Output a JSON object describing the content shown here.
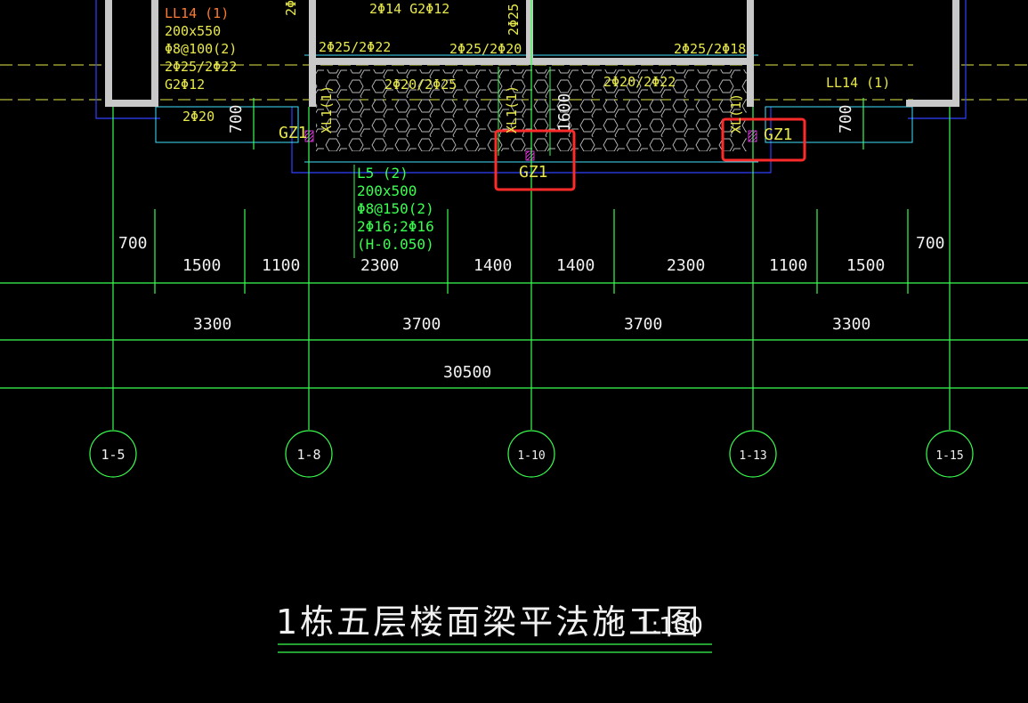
{
  "beam_labels": {
    "ll14_left_name": "LL14 (1)",
    "ll14_left_size": "200x550",
    "ll14_left_stirrup": "Φ8@100(2)",
    "ll14_left_bars": "2Φ25/2Φ22",
    "ll14_left_g": "G2Φ12",
    "ll14_left_bottom": "2Φ20",
    "top_g": "2Φ14 G2Φ12",
    "top_left_bar": "2Φ25/2Φ22",
    "top_mid_bar": "2Φ25/2Φ20",
    "top_right_bar": "2Φ25/2Φ18",
    "slab_left": "2Φ20/2Φ25",
    "slab_right": "2Φ20/2Φ22",
    "ll14_right": "LL14 (1)",
    "vert_left": "XL1(1)",
    "vert_mid": "XL1(1)",
    "vert_right": "XL(1)",
    "cut_left": "2Φ",
    "cut_mid": "2Φ25",
    "gz1_left": "GZ1",
    "gz1_mid": "GZ1",
    "gz1_right": "GZ1",
    "dim_700_left_v": "700",
    "dim_700_right_v": "700",
    "dim_1600": "1600"
  },
  "l5_note": {
    "name": "L5 (2)",
    "size": "200x500",
    "stirrup": "Φ8@150(2)",
    "bars": "2Φ16;2Φ16",
    "elev": "(H-0.050)"
  },
  "dims_row1": [
    "700",
    "1500",
    "1100",
    "2300",
    "1400",
    "1400",
    "2300",
    "1100",
    "1500",
    "700"
  ],
  "dims_row2": [
    "3300",
    "3700",
    "3700",
    "3300"
  ],
  "dims_total": "30500",
  "axes": [
    "1-5",
    "1-8",
    "1-10",
    "1-13",
    "1-15"
  ],
  "title": {
    "main": "1栋五层楼面梁平法施工图",
    "scale": "1:100"
  },
  "colors": {
    "axis_line": "#39ff4f",
    "wall": "#c8c8c8",
    "beam_text": "#e8e84a",
    "highlight": "#ff2a2a",
    "outline_blue": "#3040ff",
    "outline_cyan": "#40e0ff"
  }
}
